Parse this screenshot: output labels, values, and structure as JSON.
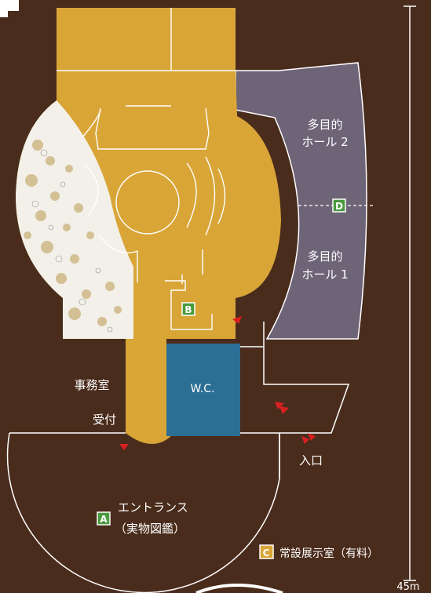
{
  "colors": {
    "background": "#4a2c1c",
    "exhibit": "#d9a537",
    "hall": "#6e6478",
    "wc": "#2c6e94",
    "badge_green": "#4a9a3e",
    "marker_red": "#d92020",
    "outline": "#ffffff"
  },
  "rooms": {
    "hall2": [
      "多目的",
      "ホール 2"
    ],
    "hall1": [
      "多目的",
      "ホール 1"
    ],
    "wc": "W.C.",
    "office": "事務室",
    "reception": "受付",
    "entrance_exit": "入口",
    "entrance_hall": [
      "エントランス",
      "（実物図鑑）"
    ]
  },
  "badges": {
    "a": "A",
    "b": "B",
    "c": "C",
    "d": "D"
  },
  "legend": {
    "c_label": "常設展示室（有料）"
  },
  "scale": {
    "label": "45m"
  },
  "icons": [
    "entrance-marker-icon",
    "scale-bar-icon"
  ]
}
